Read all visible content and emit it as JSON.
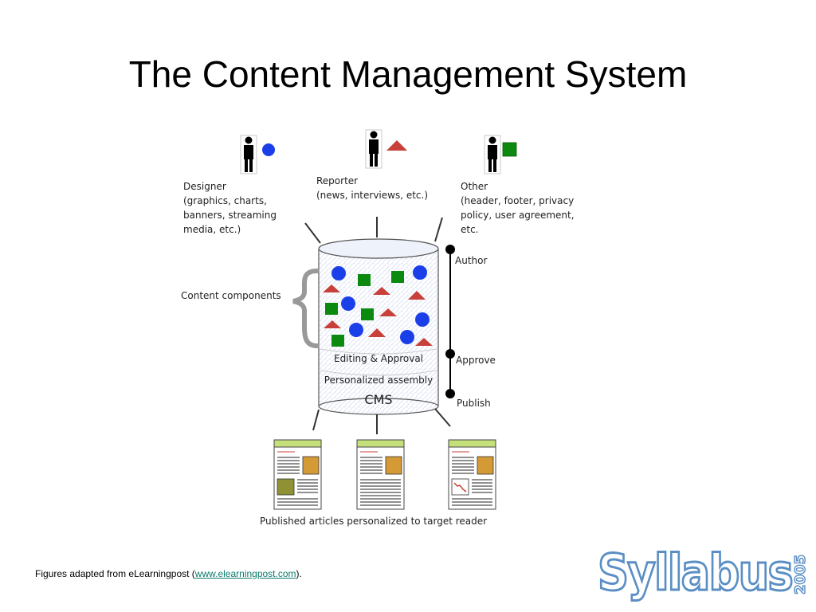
{
  "title": "The Content Management System",
  "roles": {
    "designer": "Designer\n(graphics, charts,\nbanners, streaming\nmedia, etc.)",
    "reporter": "Reporter\n(news, interviews, etc.)",
    "other": "Other\n(header, footer, privacy\npolicy, user agreement,\netc."
  },
  "content_components": "Content components",
  "cms": {
    "editing": "Editing & Approval",
    "assembly": "Personalized assembly",
    "name": "CMS"
  },
  "workflow": [
    "Author",
    "Approve",
    "Publish"
  ],
  "published_caption": "Published articles personalized to target reader",
  "footer": {
    "prefix": "Figures adapted from eLearningpost (",
    "link": "www.elearningpost.com",
    "suffix": ")."
  },
  "logo": {
    "word": "Syllabus",
    "year": "2005"
  },
  "colors": {
    "circle": "#1a3fe8",
    "square": "#0c8a10",
    "triangle": "#c8403a",
    "logo": "#5b8fc4",
    "page_header": "#c5e07a"
  }
}
